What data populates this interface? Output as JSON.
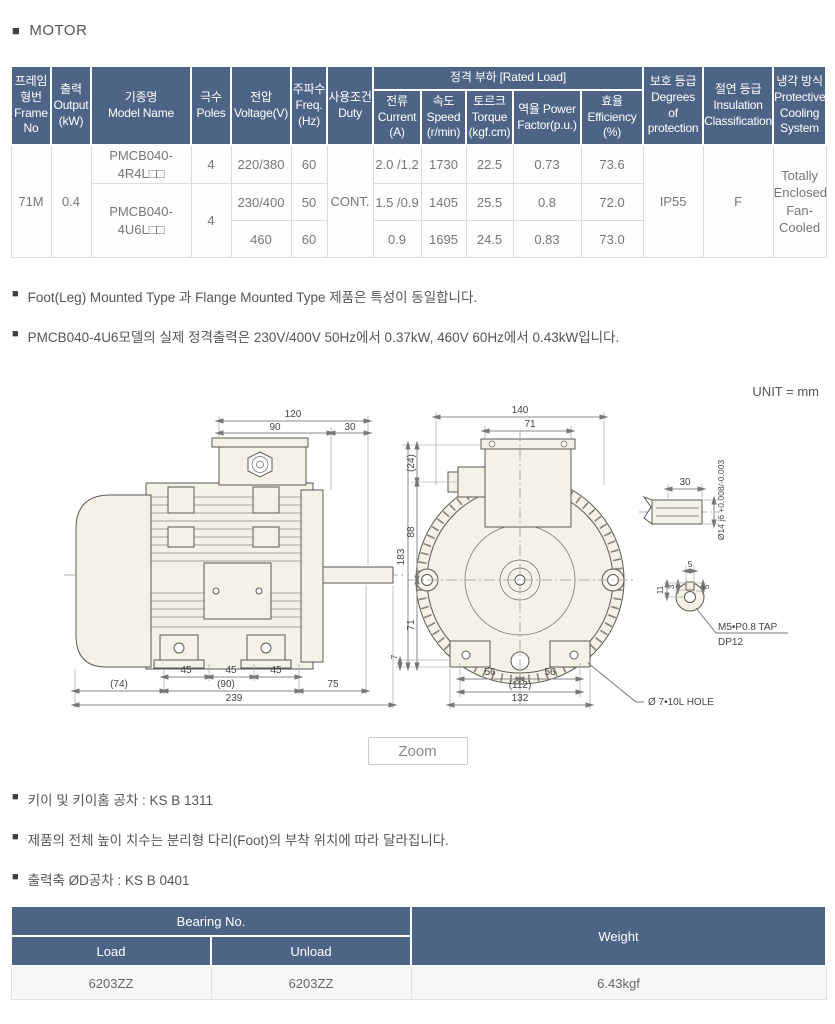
{
  "colors": {
    "table_header_bg": "#4e6486",
    "table_header_text": "#ffffff",
    "drawing_fill": "#f4f1e6",
    "body_text": "#555555"
  },
  "title": {
    "bullet": "■",
    "text": "MOTOR"
  },
  "spec_table": {
    "header": {
      "frame": "프레임\n형번\nFrame\nNo",
      "output": "출력\nOutput\n(kW)",
      "model": "기종명\nModel Name",
      "poles": "극수\nPoles",
      "voltage": "전압\nVoltage(V)",
      "freq": "주파수\nFreq.\n(Hz)",
      "duty": "사용조건\nDuty",
      "rated_load": "정격 부하 [Rated Load]",
      "current": "전류\nCurrent\n(A)",
      "speed": "속도\nSpeed\n(r/min)",
      "torque": "토르크\nTorque\n(kgf.cm)",
      "power_factor": "역율 Power\nFactor(p.u.)",
      "efficiency": "효율\nEfficiency\n(%)",
      "protection": "보호 등급\nDegrees\nof\nprotection",
      "insulation": "절연 등급\nInsulation\nClassification",
      "cooling": "냉각 방식\nProtective\nCooling\nSystem"
    },
    "body": {
      "frame_no": "71M",
      "output_kw": "0.4",
      "duty": "CONT.",
      "protection": "IP55",
      "insulation": "F",
      "cooling": "Totally\nEnclosed\nFan-\nCooled",
      "model_1": "PMCB040-\n4R4L□□",
      "poles_1": "4",
      "model_2": "PMCB040-\n4U6L□□",
      "poles_2": "4",
      "rows": [
        {
          "voltage": "220/380",
          "freq": "60",
          "current": "2.0 /1.2",
          "speed": "1730",
          "torque": "22.5",
          "pf": "0.73",
          "eff": "73.6"
        },
        {
          "voltage": "230/400",
          "freq": "50",
          "current": "1.5 /0.9",
          "speed": "1405",
          "torque": "25.5",
          "pf": "0.8",
          "eff": "72.0"
        },
        {
          "voltage": "460",
          "freq": "60",
          "current": "0.9",
          "speed": "1695",
          "torque": "24.5",
          "pf": "0.83",
          "eff": "73.0"
        }
      ]
    }
  },
  "notes_top": [
    {
      "bullet": "■",
      "text": "Foot(Leg) Mounted Type 과 Flange Mounted Type 제품은 특성이 동일합니다."
    },
    {
      "bullet": "■",
      "text": "PMCB040-4U6모델의 실제 정격출력은 230V/400V 50Hz에서 0.37kW, 460V 60Hz에서 0.43kW입니다."
    }
  ],
  "unit_label": "UNIT = mm",
  "drawing": {
    "side": {
      "d120": "120",
      "d90": "90",
      "d30": "30",
      "d45a": "45",
      "d45b": "45",
      "d45c": "45",
      "d74": "(74)",
      "d90b": "(90)",
      "d75": "75",
      "d239": "239"
    },
    "front": {
      "d140": "140",
      "d71": "71",
      "d24": "(24)",
      "d88": "88",
      "d183": "183",
      "d71b": "71",
      "d7": "7",
      "d56a": "56",
      "d56b": "56",
      "d112": "(112)",
      "d132": "132",
      "hole_note": "Ø 7•10L HOLE"
    },
    "shaft": {
      "d30": "30",
      "dia": "Ø14 j6 +0.008/-0.003",
      "d5a": "5",
      "d3": "3",
      "d5b": "5",
      "d11": "11",
      "tap_note": "M5•P0.8 TAP",
      "depth_note": "DP12"
    }
  },
  "zoom_button": "Zoom",
  "notes_bottom": [
    {
      "bullet": "■",
      "text": "키이 및 키이홈 공차 : KS B 1311"
    },
    {
      "bullet": "■",
      "text": "제품의 전체 높이 치수는 분리형 다리(Foot)의 부착 위치에 따라 달라집니다."
    },
    {
      "bullet": "■",
      "text": "출력축 ØD공차 : KS B 0401"
    }
  ],
  "bearing_table": {
    "header": {
      "bearing": "Bearing No.",
      "weight": "Weight",
      "load": "Load",
      "unload": "Unload"
    },
    "row": {
      "load": "6203ZZ",
      "unload": "6203ZZ",
      "weight": "6.43kgf"
    }
  }
}
